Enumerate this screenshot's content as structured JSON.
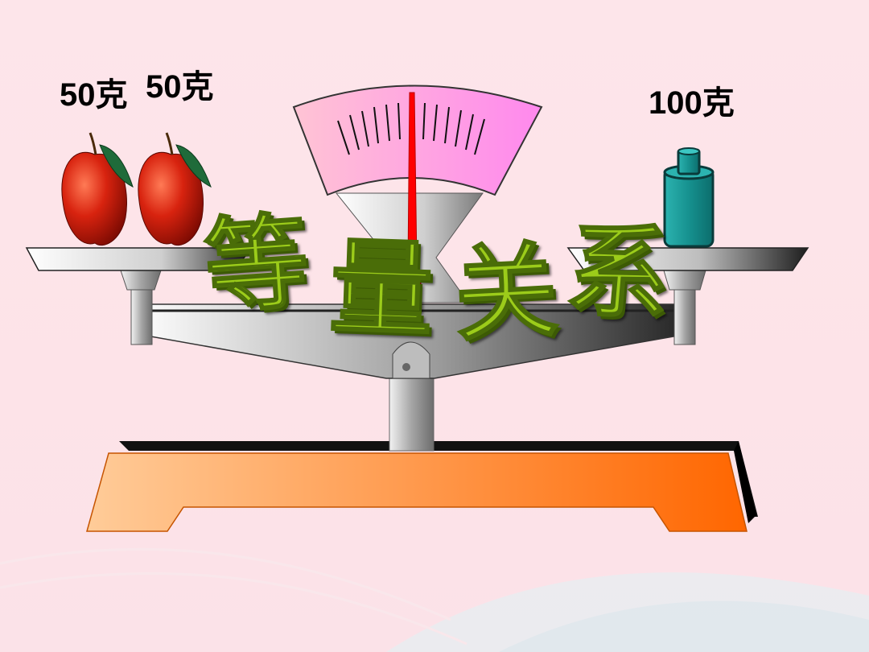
{
  "left_labels": [
    "50克",
    "50克"
  ],
  "right_label": "100克",
  "title_chars": [
    "等",
    "量",
    "关",
    "系"
  ],
  "colors": {
    "background": "#fde5ea",
    "base_gradient_start": "#ffcc99",
    "base_gradient_end": "#ff6600",
    "dial": "#ff99dd",
    "needle": "#ff0000",
    "weight": "#1a9a99",
    "title_text": "#9ccc1a"
  }
}
